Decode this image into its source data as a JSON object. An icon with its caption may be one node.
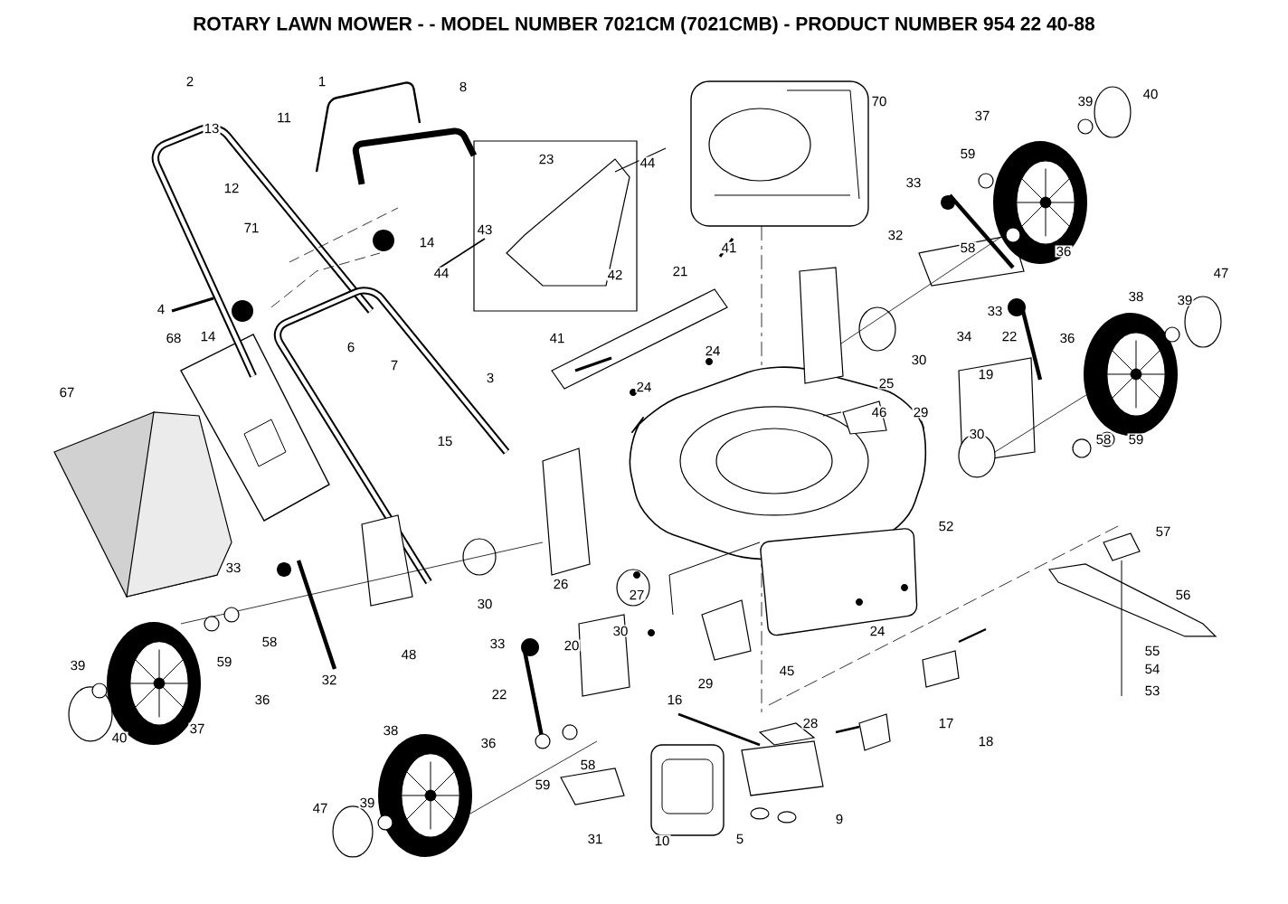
{
  "diagram": {
    "title": "ROTARY LAWN MOWER - - MODEL NUMBER 7021CM (7021CMB) - PRODUCT NUMBER 954 22 40-88",
    "labels": [
      "2",
      "1",
      "8",
      "70",
      "37",
      "39",
      "40",
      "11",
      "13",
      "44",
      "23",
      "59",
      "12",
      "33",
      "32",
      "58",
      "36",
      "71",
      "14",
      "43",
      "41",
      "42",
      "44",
      "4",
      "14",
      "6",
      "21",
      "68",
      "47",
      "39",
      "38",
      "33",
      "22",
      "36",
      "34",
      "41",
      "24",
      "30",
      "7",
      "3",
      "25",
      "24",
      "19",
      "67",
      "46",
      "29",
      "30",
      "58",
      "59",
      "15",
      "57",
      "52",
      "26",
      "27",
      "33",
      "30",
      "58",
      "59",
      "48",
      "32",
      "36",
      "39",
      "40",
      "37",
      "56",
      "29",
      "45",
      "24",
      "55",
      "54",
      "53",
      "33",
      "20",
      "30",
      "22",
      "16",
      "28",
      "17",
      "18",
      "38",
      "36",
      "59",
      "58",
      "9",
      "10",
      "5",
      "47",
      "39",
      "31"
    ]
  }
}
